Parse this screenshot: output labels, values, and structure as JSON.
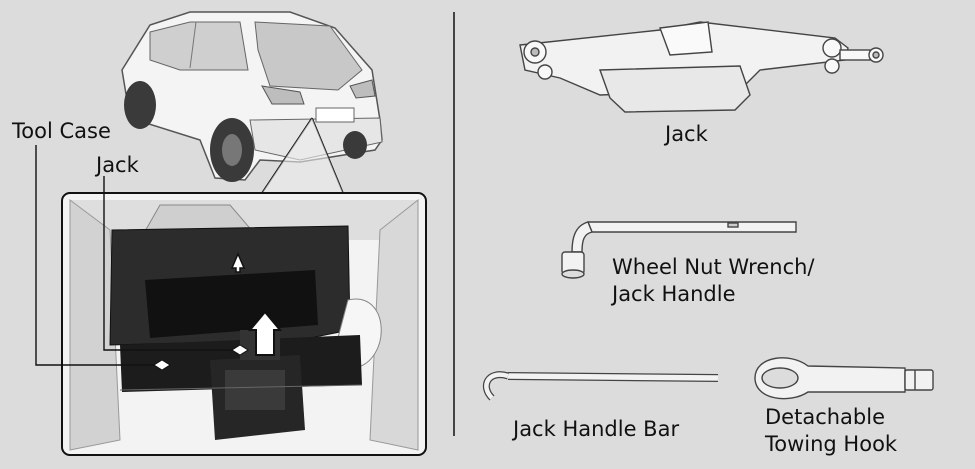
{
  "left_panel": {
    "callout_tool_case": "Tool Case",
    "callout_jack": "Jack"
  },
  "right_panel": {
    "jack_label": "Jack",
    "wrench_label_line1": "Wheel Nut Wrench/",
    "wrench_label_line2": "Jack Handle",
    "handle_bar_label": "Jack Handle Bar",
    "towing_hook_label_line1": "Detachable",
    "towing_hook_label_line2": "Towing Hook"
  },
  "colors": {
    "background": "#dcdcdc",
    "line": "#111111",
    "part_fill": "#f2f2f2"
  }
}
